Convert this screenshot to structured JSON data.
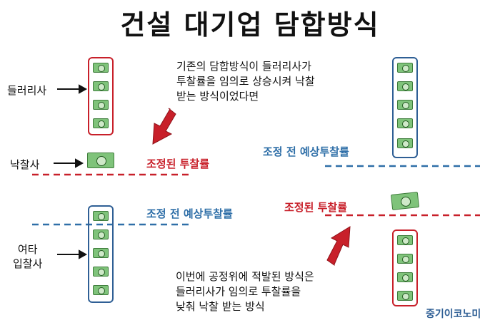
{
  "title": "건설 대기업 담합방식",
  "labels": {
    "deulreorisa": "들러리사",
    "nakchalsa": "낙찰사",
    "yeota_line1": "여타",
    "yeota_line2": "입찰사"
  },
  "annotations": {
    "adjusted_left": "조정된 투찰률",
    "pre_adjust_left": "조정 전 예상투찰률",
    "pre_adjust_right": "조정 전 예상투찰률",
    "adjusted_right": "조정된 투찰률"
  },
  "notes": {
    "top_line1": "기존의 담합방식이 들러리사가",
    "top_line2": "투찰률을 임의로 상승시켜 낙찰",
    "top_line3": "받는 방식이었다면",
    "bottom_line1": "이번에 공정위에 적발된 방식은",
    "bottom_line2": "들러리사가 임의로 투찰률을",
    "bottom_line3": "낮춰 낙찰 받는 방식"
  },
  "brand": "중기이코노미",
  "colors": {
    "red": "#c8202a",
    "blue": "#2f6fa8",
    "bill_green": "#7fc37a"
  }
}
